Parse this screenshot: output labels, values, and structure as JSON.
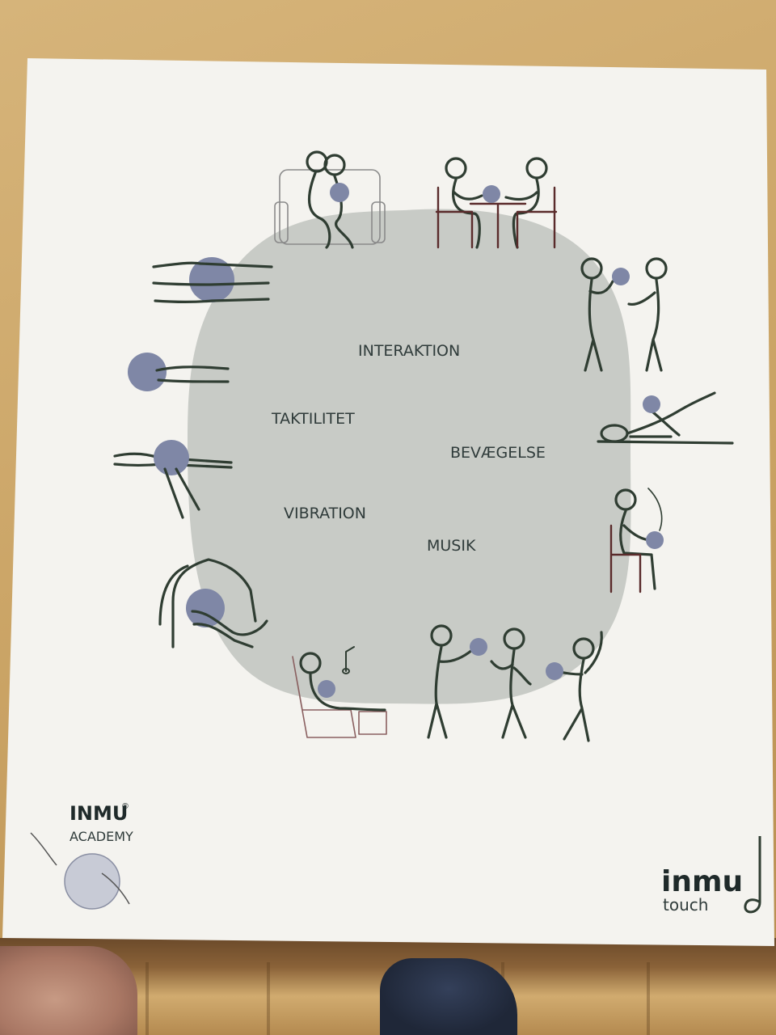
{
  "labels": {
    "interaktion": "INTERAKTION",
    "taktilitet": "TAKTILITET",
    "bevaegelse": "BEVÆGELSE",
    "vibration": "VIBRATION",
    "musik": "MUSIK"
  },
  "academy_logo": {
    "brand": "INMU",
    "reg": "®",
    "sub": "ACADEMY"
  },
  "touch_logo": {
    "brand": "inmu",
    "sub": "touch"
  },
  "colors": {
    "figure": "#2f3d32",
    "ball": "#7f87a6",
    "blob": "#c8cbc6",
    "paper": "#f4f3ef",
    "text": "#2f3b3a"
  }
}
